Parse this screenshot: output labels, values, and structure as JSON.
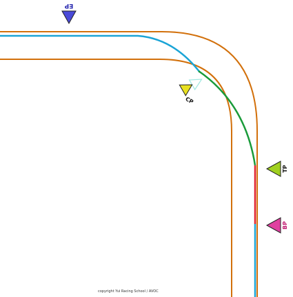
{
  "colors": {
    "track_edge": "#d2700b",
    "racing_line_approach": "#1aa4d6",
    "racing_line_turn": "#1a9b3a",
    "racing_line_braking": "#e0202a",
    "ep_marker": "#4a4ad8",
    "ep_marker_top": "#5ad0e0",
    "cp_marker": "#e8e020",
    "cp_marker_ghost": "#9ee8e0",
    "tp_marker": "#a0d020",
    "bp_marker": "#e040a0"
  },
  "markers": {
    "ep": {
      "label": "EP",
      "icon": "triangle-pointer-icon"
    },
    "cp": {
      "label": "CP",
      "icon": "triangle-pointer-icon"
    },
    "tp": {
      "label": "TP",
      "icon": "triangle-pointer-icon"
    },
    "bp": {
      "label": "BP",
      "icon": "triangle-pointer-icon"
    }
  },
  "footer": {
    "copyright": "copyright Yui Racing School / AVOC"
  }
}
